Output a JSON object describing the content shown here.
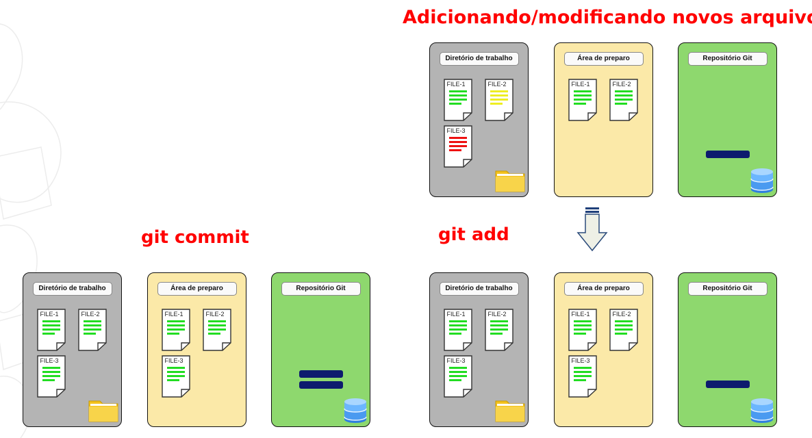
{
  "titles": {
    "top": "Adicionando/modificando novos arquivos",
    "git_add": "git add",
    "git_commit": "git commit"
  },
  "labels": {
    "working_dir": "Diretório de trabalho",
    "staging": "Área de preparo",
    "repo": "Repositório Git"
  },
  "files": {
    "f1": "FILE-1",
    "f2": "FILE-2",
    "f3": "FILE-3"
  },
  "file_states": {
    "top_working": [
      "green",
      "yellow",
      "red"
    ],
    "top_staging": [
      "green",
      "green"
    ],
    "add_working": [
      "green",
      "green",
      "green"
    ],
    "add_staging": [
      "green",
      "green",
      "green"
    ],
    "commit_working": [
      "green",
      "green",
      "green"
    ],
    "commit_staging": [
      "green",
      "green",
      "green"
    ]
  },
  "colors": {
    "title": "#ff0000",
    "working_panel": "#b4b4b4",
    "staging_panel": "#fbe9a8",
    "repo_panel": "#8ed86e",
    "line_green": "#22dd22",
    "line_yellow": "#eeee22",
    "line_red": "#ee1111",
    "commit_bar": "#0d1b6e"
  },
  "icons": {
    "working_dir": "folder-icon",
    "repo": "database-icon",
    "flow": "arrow-down-icon"
  }
}
